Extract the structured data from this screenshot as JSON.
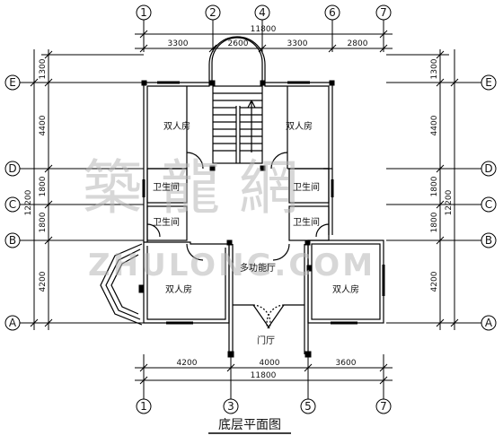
{
  "drawing_title": "底层平面图",
  "top": {
    "axis_labels": [
      "1",
      "2",
      "4",
      "6",
      "7"
    ],
    "segments": [
      "3300",
      "2600",
      "3300",
      "2800"
    ],
    "total": "11800"
  },
  "bottom": {
    "axis_labels": [
      "1",
      "3",
      "5",
      "7"
    ],
    "segments": [
      "4200",
      "4000",
      "3600"
    ],
    "total": "11800"
  },
  "left": {
    "axis_labels": [
      "E",
      "D",
      "C",
      "B",
      "A"
    ],
    "segments": [
      "1300",
      "4400",
      "1800",
      "1800",
      "4200"
    ],
    "total": "12200"
  },
  "right": {
    "axis_labels": [
      "E",
      "D",
      "C",
      "B",
      "A"
    ],
    "segments": [
      "1300",
      "4400",
      "1800",
      "1800",
      "4200"
    ],
    "total": "12200"
  },
  "rooms": {
    "bedroom_nw": "双人房",
    "bedroom_ne": "双人房",
    "bedroom_sw": "双人房",
    "bedroom_se": "双人房",
    "bath_1": "卫生间",
    "bath_2": "卫生间",
    "bath_3": "卫生间",
    "bath_4": "卫生间",
    "hall": "多功能厅",
    "foyer": "门厅"
  },
  "watermark": {
    "chinese": "築 龍 網",
    "latin": "ZHULONG.COM"
  }
}
